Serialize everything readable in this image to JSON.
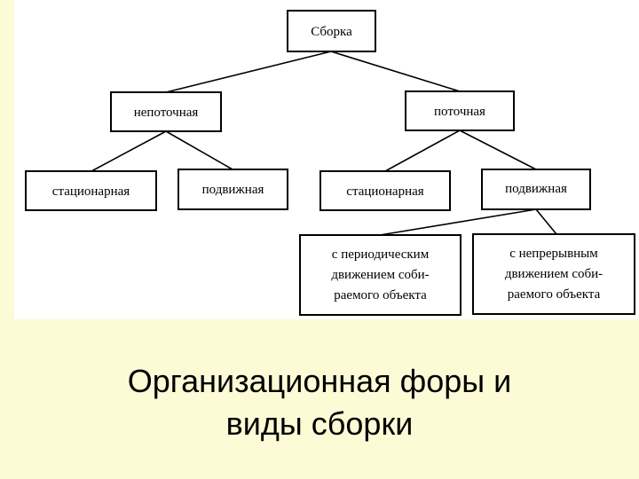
{
  "diagram": {
    "root": "Сборка",
    "nonflow": "непоточная",
    "flow": "поточная",
    "nonflow_stationary": "стационарная",
    "nonflow_mobile": "подвижная",
    "flow_stationary": "стационарная",
    "flow_mobile": "подвижная",
    "periodic": [
      "с периодическим",
      "движением соби-",
      "раемого объекта"
    ],
    "continuous": [
      "с непрерывным",
      "движением соби-",
      "раемого объекта"
    ]
  },
  "caption": {
    "line1": "Организационная форы и",
    "line2": "виды сборки"
  }
}
